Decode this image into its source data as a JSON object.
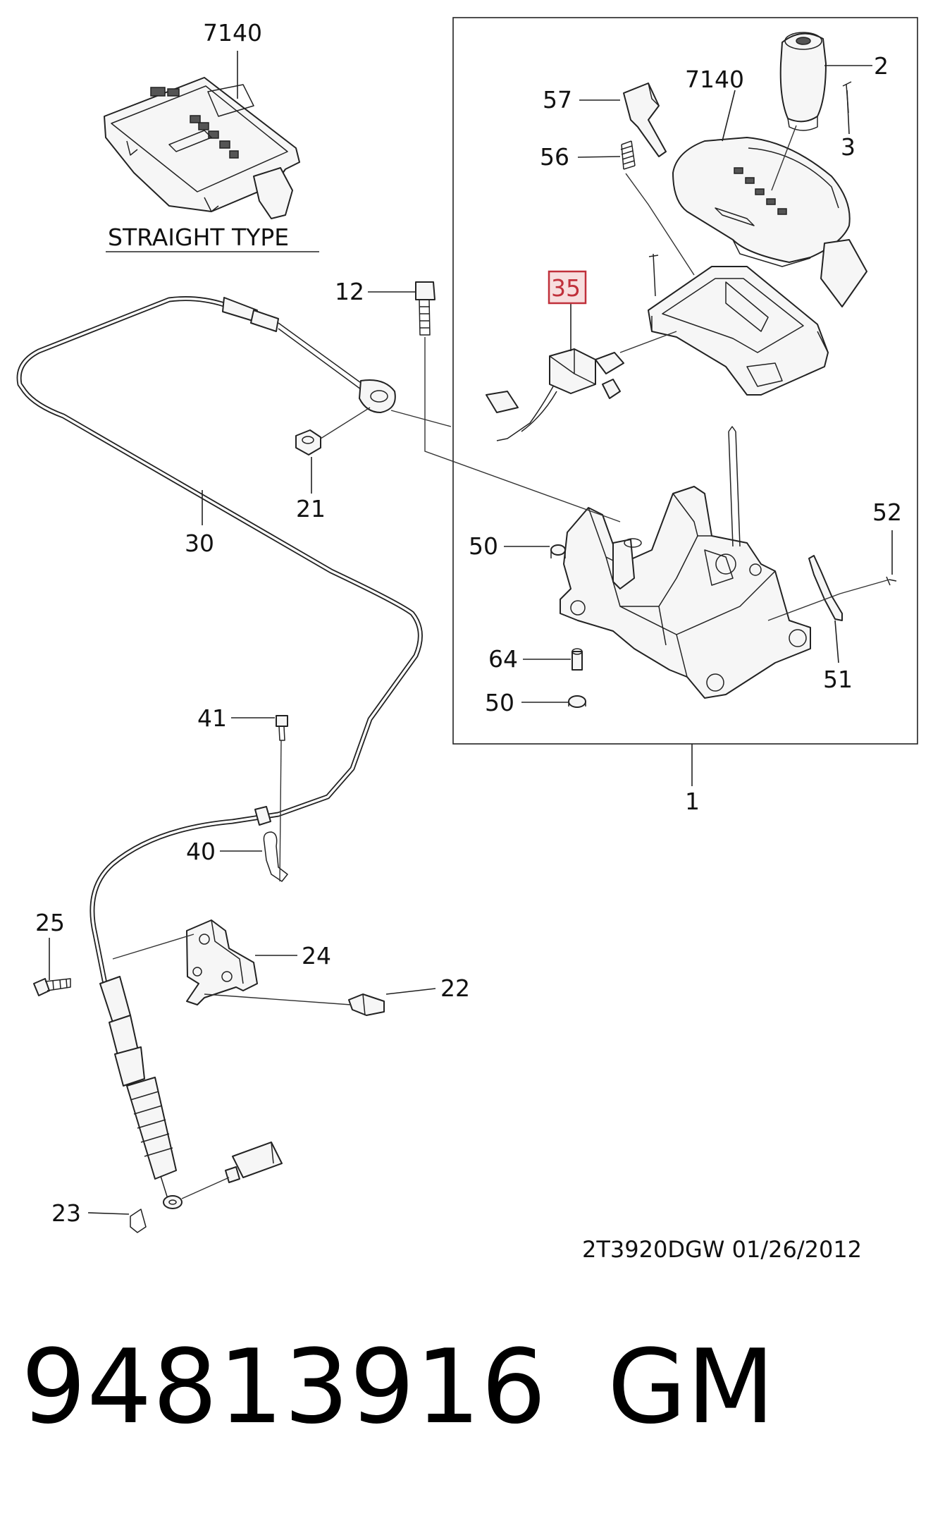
{
  "diagram": {
    "labels": {
      "p7140_top": "7140",
      "straight_type": "STRAIGHT TYPE",
      "p7140_box": "7140",
      "p2": "2",
      "p3": "3",
      "p57": "57",
      "p56": "56",
      "p35": "35",
      "p12": "12",
      "p21": "21",
      "p30": "30",
      "p50_upper": "50",
      "p52": "52",
      "p64": "64",
      "p50_lower": "50",
      "p51": "51",
      "p1": "1",
      "p41": "41",
      "p40": "40",
      "p25": "25",
      "p24": "24",
      "p22": "22",
      "p23": "23"
    },
    "drawing_code": "2T3920DGW  01/26/2012",
    "highlight_color": "#c0303a",
    "highlight_fill": "#f7dede"
  },
  "footer": {
    "part_number": "94813916",
    "brand": "GM"
  }
}
